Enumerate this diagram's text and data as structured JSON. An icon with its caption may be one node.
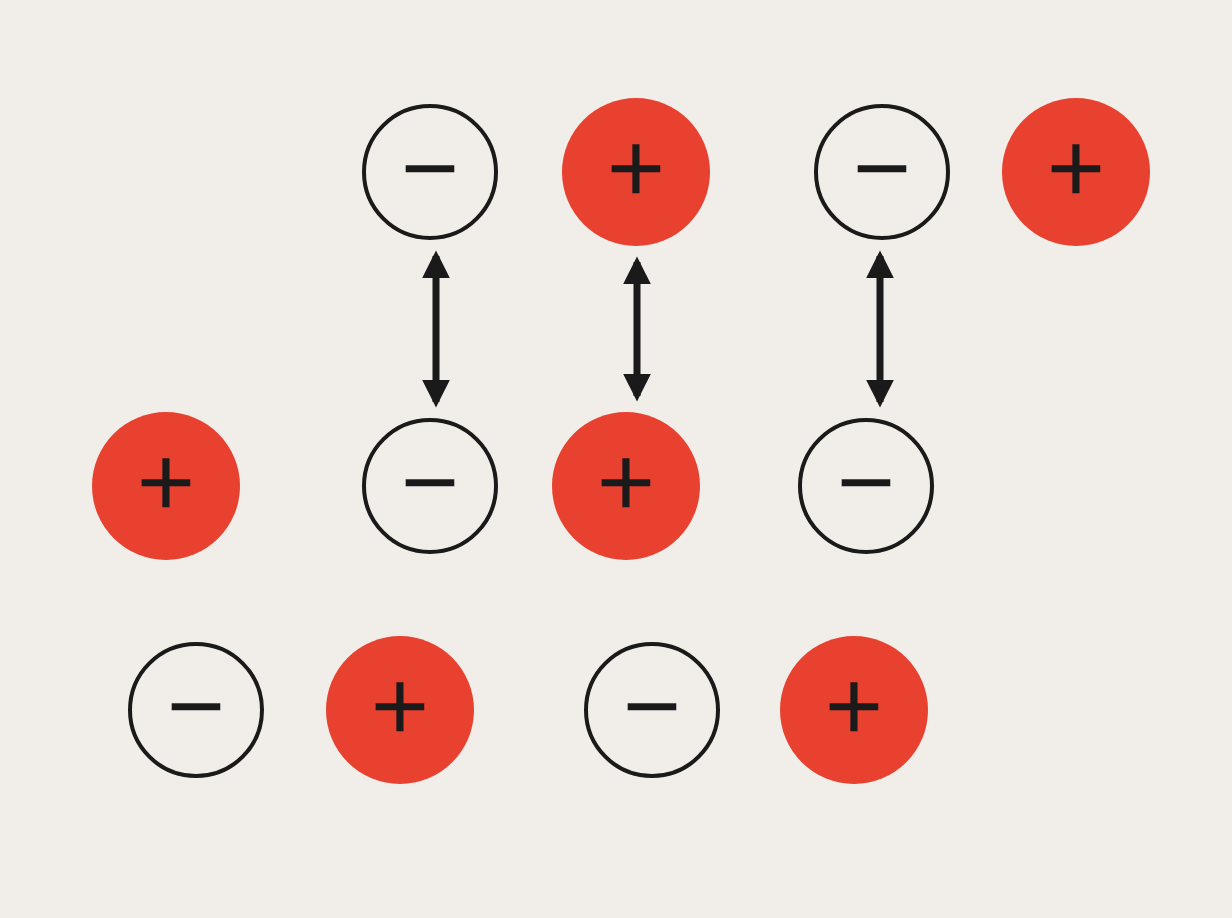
{
  "diagram": {
    "nodes": [
      {
        "text": [
          "−"
        ]
      },
      {
        "text": [
          "+"
        ]
      },
      {
        "text": [
          "−"
        ]
      },
      {
        "text": [
          "+"
        ]
      },
      {
        "text": [
          "+"
        ]
      },
      {
        "text": [
          "−"
        ]
      },
      {
        "text": [
          "+"
        ]
      },
      {
        "text": [
          "−"
        ]
      },
      {
        "text": [
          "−"
        ]
      },
      {
        "text": [
          "+"
        ]
      },
      {
        "text": [
          "−"
        ]
      },
      {
        "text": [
          "+"
        ]
      }
    ],
    "edges": [
      {
        "from": 0,
        "to": 5,
        "arrow": "both"
      },
      {
        "from": 1,
        "to": 6,
        "arrow": "both"
      },
      {
        "from": 2,
        "to": 7,
        "arrow": "both"
      }
    ]
  }
}
